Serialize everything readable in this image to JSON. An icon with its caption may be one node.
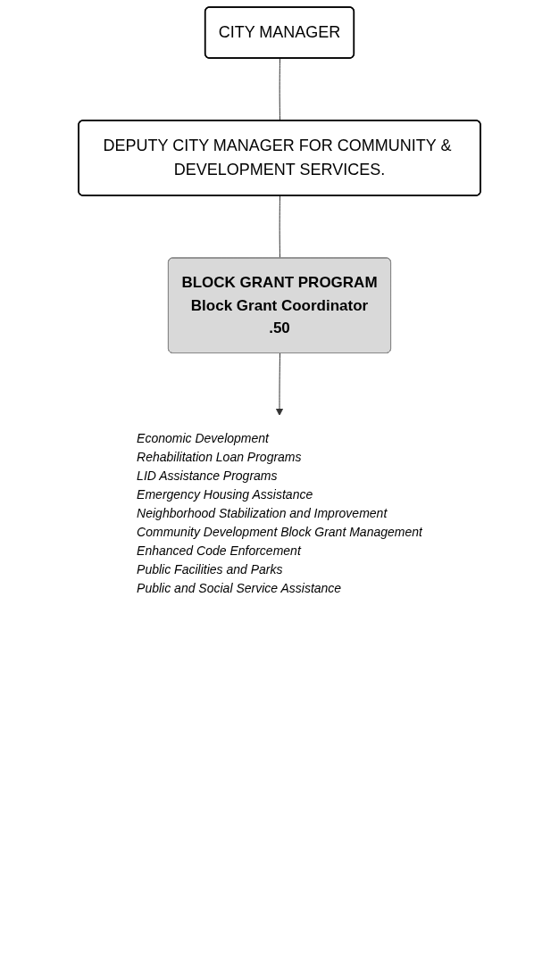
{
  "diagram": {
    "nodes": [
      {
        "text": [
          "CITY MANAGER"
        ]
      },
      {
        "text": [
          "DEPUTY CITY MANAGER FOR COMMUNITY & DEVELOPMENT SERVICES."
        ]
      },
      {
        "text": [
          "BLOCK GRANT PROGRAM",
          "Block Grant Coordinator",
          ".50"
        ]
      },
      {
        "text": [
          "Economic Development",
          "Rehabilitation Loan Programs",
          "LID Assistance Programs",
          "Emergency Housing Assistance",
          "Neighborhood Stabilization and Improvement",
          "Community Development Block Grant Management",
          "Enhanced Code Enforcement",
          "Public Facilities and Parks",
          "Public and Social Service Assistance"
        ]
      }
    ],
    "edges": [
      {
        "from": 0,
        "to": 1,
        "arrow": "none"
      },
      {
        "from": 1,
        "to": 2,
        "arrow": "none"
      },
      {
        "from": 2,
        "to": 3,
        "arrow": "to"
      }
    ]
  }
}
